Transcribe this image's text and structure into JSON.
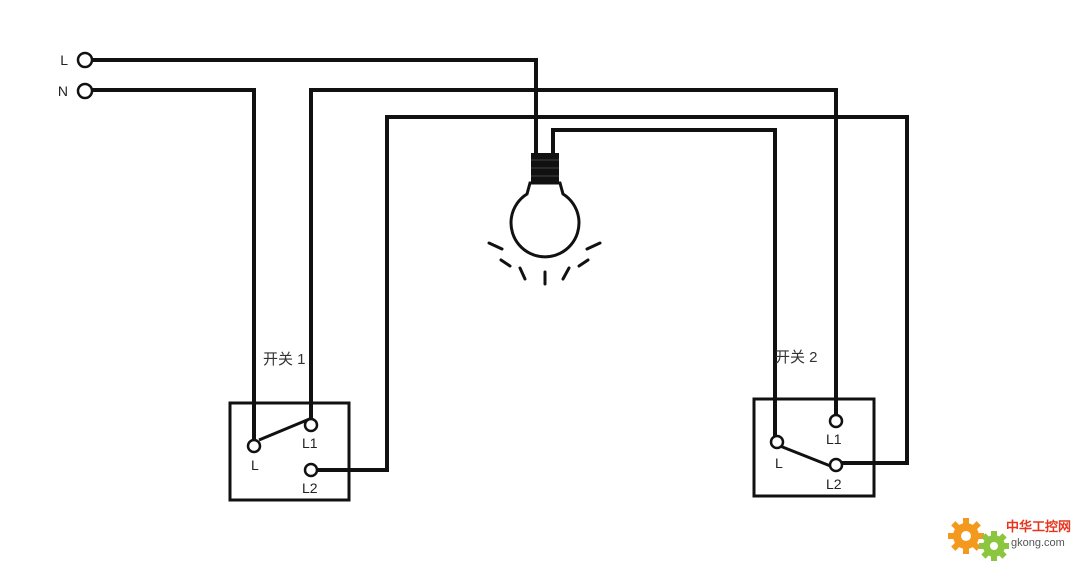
{
  "source_labels": {
    "live": "L",
    "neutral": "N"
  },
  "switch1": {
    "title": "开关 1",
    "common": "L",
    "t1": "L1",
    "t2": "L2"
  },
  "switch2": {
    "title": "开关 2",
    "common": "L",
    "t1": "L1",
    "t2": "L2"
  },
  "watermark": {
    "name": "中华工控网",
    "domain": "gkong.com"
  },
  "colors": {
    "wire": "#111111",
    "watermark_orange": "#f39a1e",
    "watermark_green": "#8cc63f",
    "watermark_text_red": "#e8351f"
  },
  "icons": {
    "lamp": "light-bulb-icon",
    "logo": "gear-logo-icon"
  }
}
